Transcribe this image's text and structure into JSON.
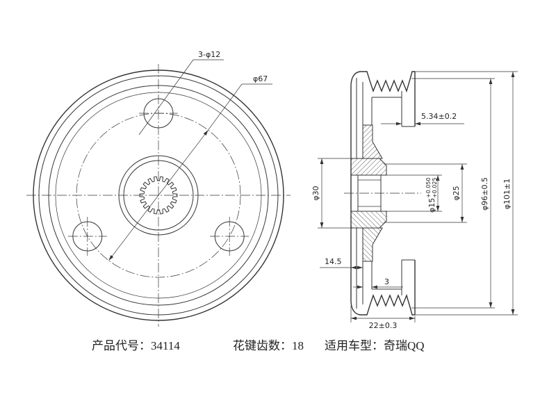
{
  "front_view": {
    "holes_label": "3-φ12",
    "bolt_circle_label": "φ67"
  },
  "side_view": {
    "rim_thickness": "5.34±0.2",
    "hub_diameter": "φ30",
    "bore_diameter": {
      "base": "φ15",
      "upper_tol": "+0.050",
      "lower_tol": "+0.025"
    },
    "spline_diameter": "φ25",
    "groove_diameter": "φ96±0.5",
    "outer_diameter": "φ101±1",
    "hub_offset": "14.5",
    "web_thickness": "3",
    "width": "22±0.3"
  },
  "caption": {
    "product_code_label": "产品代号：",
    "product_code": "34114",
    "spline_teeth_label": "花键齿数：",
    "spline_teeth": "18",
    "vehicle_label": "适用车型：",
    "vehicle": "奇瑞QQ"
  },
  "colors": {
    "line": "#333333",
    "background": "#ffffff"
  }
}
